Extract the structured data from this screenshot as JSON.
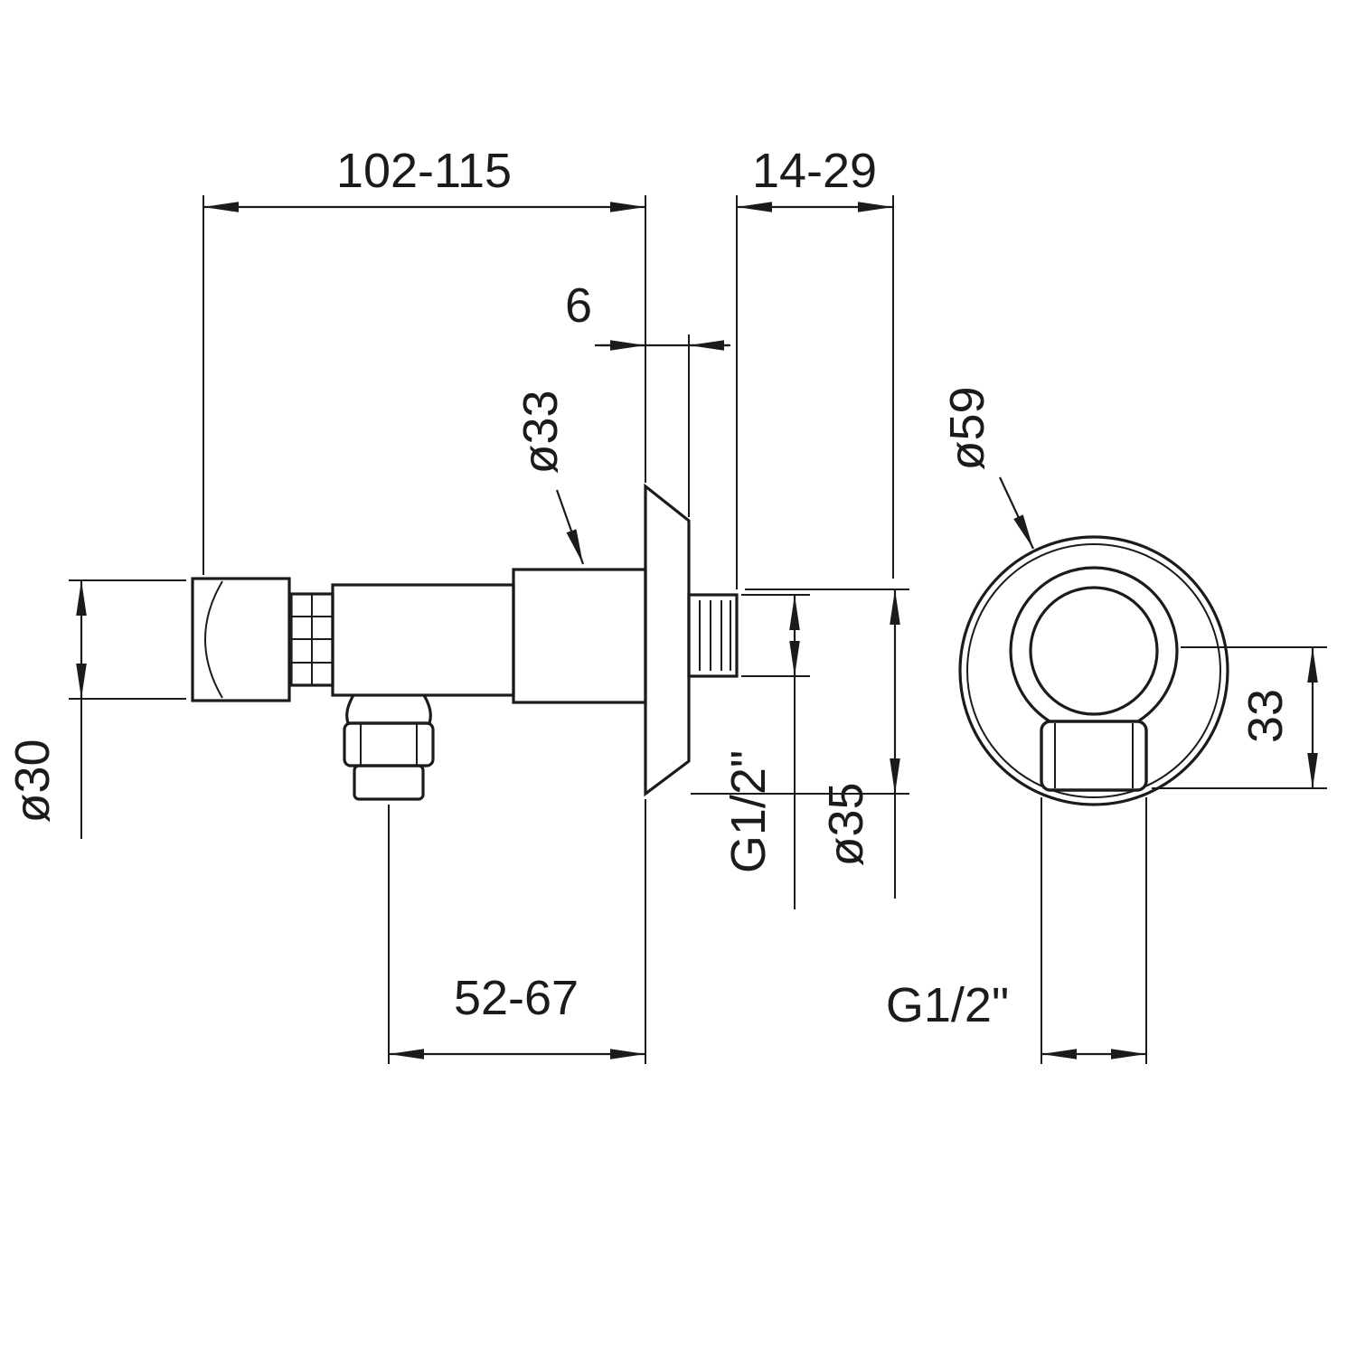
{
  "page": {
    "background": "#ffffff",
    "line_color": "#1b1b1b",
    "kind": "technical dimension drawing of wall-mounted valve / shower outlet"
  },
  "drawing": {
    "views": {
      "side_view": "side view",
      "front_view": "front view"
    },
    "dimensions": {
      "depth_range": "102-115",
      "wall_adjust_range": "14-29",
      "plate_thickness": "6",
      "body_collar_dia": "ø33",
      "handle_dia": "ø30",
      "inlet_thread": "G1/2\"",
      "hub_dia": "ø35",
      "outlet_offset_range": "52-67",
      "faceplate_dia": "ø59",
      "outlet_height": "33",
      "outlet_thread": "G1/2\""
    }
  }
}
